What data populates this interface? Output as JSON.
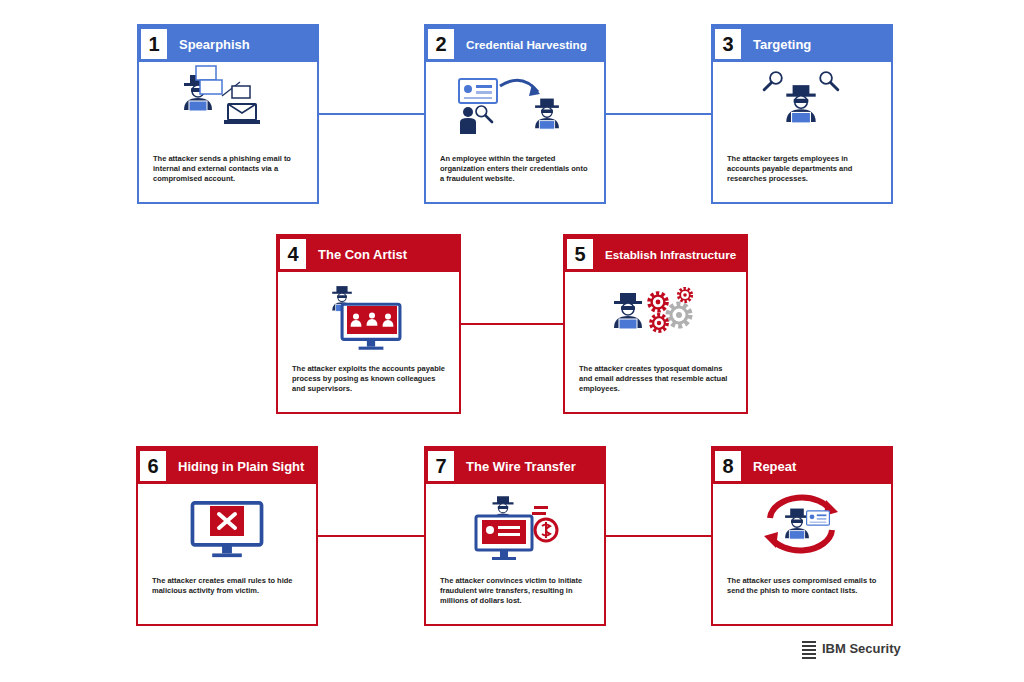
{
  "diagram": {
    "nodes": [
      {
        "text": [
          "1",
          "Spearphish",
          "The attacker sends a phishing email to internal and external contacts via a compromised account."
        ]
      },
      {
        "text": [
          "2",
          "Credential Harvesting",
          "An employee within the targeted organization enters their credentials onto a fraudulent website."
        ]
      },
      {
        "text": [
          "3",
          "Targeting",
          "The attacker targets employees in accounts payable departments and researches processes."
        ]
      },
      {
        "text": [
          "4",
          "The Con Artist",
          "The attacker exploits the accounts payable process by posing as known colleagues and supervisors."
        ]
      },
      {
        "text": [
          "5",
          "Establish Infrastructure",
          "The attacker creates typosquat domains and email addresses that resemble actual employees."
        ]
      },
      {
        "text": [
          "6",
          "Hiding in Plain Sight",
          "The attacker creates email rules to hide malicious activity from victim."
        ]
      },
      {
        "text": [
          "7",
          "The Wire Transfer",
          "The attacker convinces victim to initiate fraudulent wire transfers, resulting in millions of dollars lost."
        ]
      },
      {
        "text": [
          "8",
          "Repeat",
          "The attacker uses compromised emails to send the phish to more contact lists."
        ]
      }
    ],
    "edges": [
      {
        "from": 0,
        "to": 1,
        "arrow": "none"
      },
      {
        "from": 1,
        "to": 2,
        "arrow": "none"
      },
      {
        "from": 3,
        "to": 4,
        "arrow": "none"
      },
      {
        "from": 5,
        "to": 6,
        "arrow": "none"
      },
      {
        "from": 6,
        "to": 7,
        "arrow": "none"
      }
    ],
    "labels": [
      "IBM Security"
    ]
  }
}
